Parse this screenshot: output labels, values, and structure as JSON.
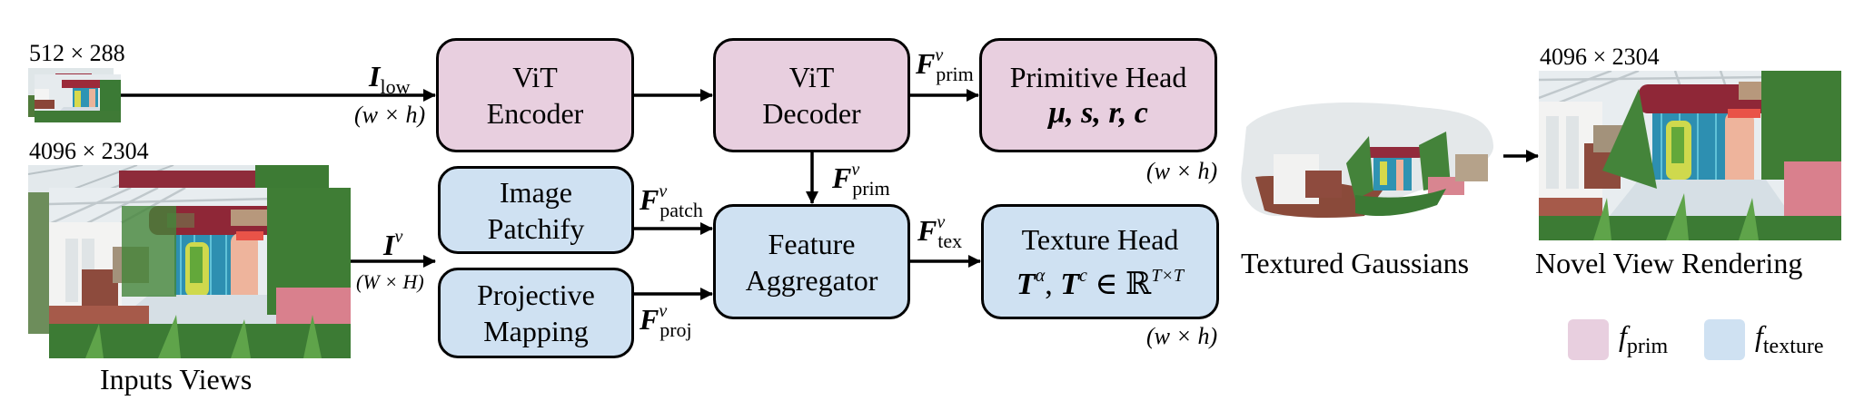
{
  "inputs": {
    "low_res_label": "512 × 288",
    "high_res_label": "4096 × 2304",
    "caption": "Inputs Views"
  },
  "edges": {
    "i_low": {
      "symbol": "I",
      "sub": "low",
      "dims": "(w × h)"
    },
    "i_v": {
      "symbol": "I",
      "sup": "v",
      "dims": "(W × H)"
    },
    "f_prim_right": {
      "symbol": "F",
      "sup": "v",
      "sub": "prim"
    },
    "f_prim_down": {
      "symbol": "F",
      "sup": "v",
      "sub": "prim"
    },
    "f_patch": {
      "symbol": "F",
      "sup": "v",
      "sub": "patch"
    },
    "f_proj": {
      "symbol": "F",
      "sup": "v",
      "sub": "proj"
    },
    "f_tex": {
      "symbol": "F",
      "sup": "v",
      "sub": "tex"
    }
  },
  "blocks": {
    "vit_encoder": {
      "line1": "ViT",
      "line2": "Encoder",
      "group": "prim"
    },
    "vit_decoder": {
      "line1": "ViT",
      "line2": "Decoder",
      "group": "prim"
    },
    "primitive_head": {
      "line1": "Primitive Head",
      "formula": "μ, s, r, c",
      "dims": "(w × h)",
      "group": "prim"
    },
    "image_patchify": {
      "line1": "Image",
      "line2": "Patchify",
      "group": "texture"
    },
    "projective_mapping": {
      "line1": "Projective",
      "line2": "Mapping",
      "group": "texture"
    },
    "feature_aggregator": {
      "line1": "Feature",
      "line2": "Aggregator",
      "group": "texture"
    },
    "texture_head": {
      "line1": "Texture Head",
      "formula_a": "T",
      "formula_a_sup": "α",
      "formula_b": "T",
      "formula_b_sup": "c",
      "formula_rest": " ∈ ℝ",
      "formula_rest_sup": "T×T",
      "dims": "(w × h)",
      "group": "texture"
    }
  },
  "outputs": {
    "textured_gaussians_caption": "Textured Gaussians",
    "novel_view_label": "4096 × 2304",
    "novel_view_caption": "Novel View Rendering"
  },
  "legend": [
    {
      "symbol": "f",
      "sub": "prim",
      "color": "#E8CFDF"
    },
    {
      "symbol": "f",
      "sub": "texture",
      "color": "#CFE1F2"
    }
  ],
  "colors": {
    "prim": "#E8CFDF",
    "texture": "#CFE1F2",
    "stroke": "#000000"
  }
}
